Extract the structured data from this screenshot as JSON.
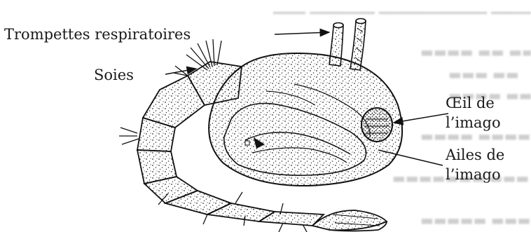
{
  "labels": {
    "trompettes": "Trompettes respiratoires",
    "soies": "Soies",
    "oeil_line1": "Œil de",
    "oeil_line2": "l’imago",
    "ailes_line1": "Ailes de",
    "ailes_line2": "l’imago"
  }
}
